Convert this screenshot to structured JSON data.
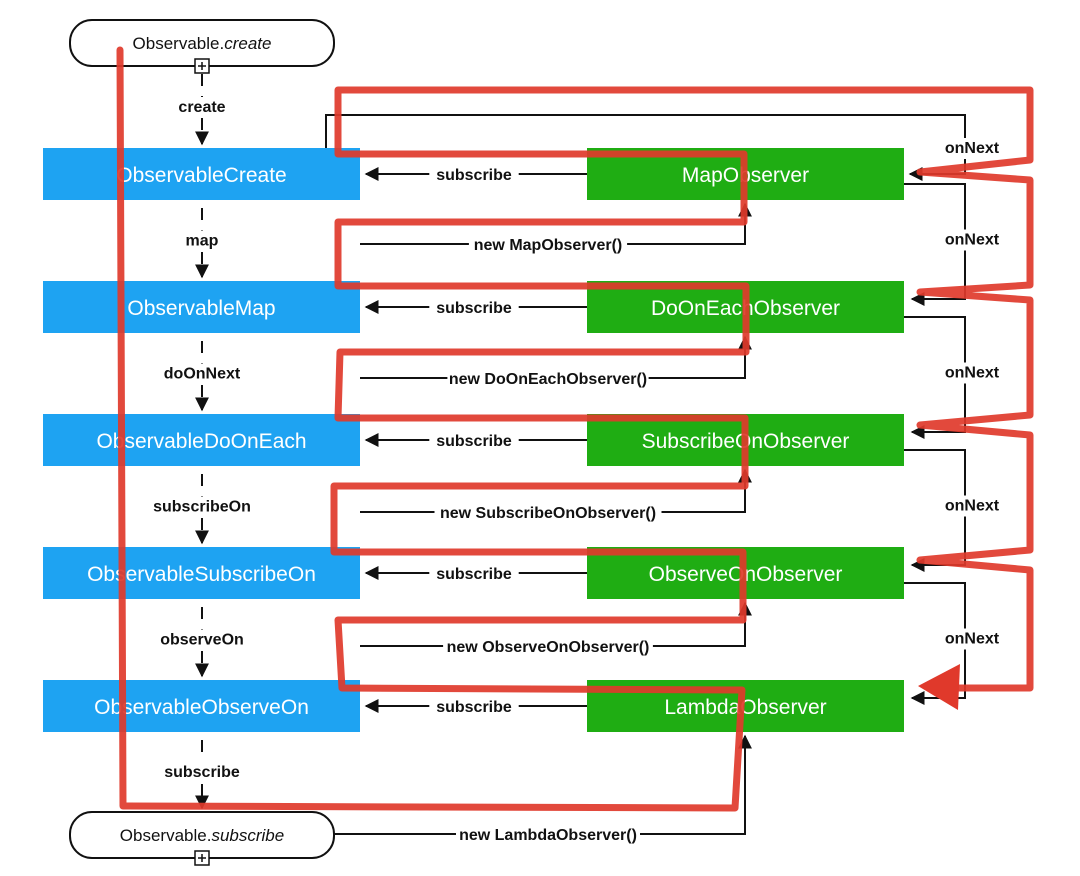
{
  "colors": {
    "observable": "#1ea3f2",
    "observer": "#1fad13",
    "path": "#e0392b",
    "line": "#111111"
  },
  "terminal_top": {
    "prefix": "Observable.",
    "method": "create"
  },
  "terminal_bottom": {
    "prefix": "Observable.",
    "method": "subscribe"
  },
  "observables": [
    "ObservableCreate",
    "ObservableMap",
    "ObservableDoOnEach",
    "ObservableSubscribeOn",
    "ObservableObserveOn"
  ],
  "observers": [
    "MapObserver",
    "DoOnEachObserver",
    "SubscribeOnObserver",
    "ObserveOnObserver",
    "LambdaObserver"
  ],
  "operators": [
    "create",
    "map",
    "doOnNext",
    "subscribeOn",
    "observeOn",
    "subscribe"
  ],
  "subscribe_label": "subscribe",
  "new_labels": [
    "new MapObserver()",
    "new DoOnEachObserver()",
    "new SubscribeOnObserver()",
    "new ObserveOnObserver()",
    "new LambdaObserver()"
  ],
  "onnext_label": "onNext"
}
